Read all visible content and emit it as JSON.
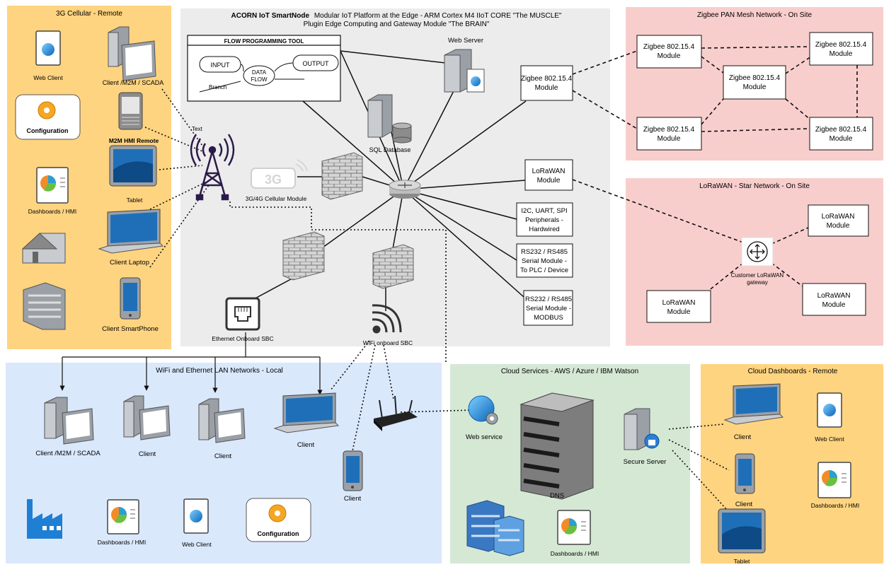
{
  "title": {
    "brand": "ACORN IoT SmartNode",
    "line1": "Modular IoT Platform at the Edge - ARM Cortex M4 IIoT CORE \"The MUSCLE\"",
    "line2": "Plugin Edge Computing and Gateway Module \"The BRAIN\""
  },
  "regions": {
    "cellular": "3G Cellular - Remote",
    "zigbee": "Zigbee PAN Mesh Network - On Site",
    "lora": "LoRaWAN - Star Network - On Site",
    "lan": "WiFi and Ethernet LAN Networks - Local",
    "cloud": "Cloud Services - AWS / Azure / IBM Watson",
    "dash": "Cloud Dashboards - Remote"
  },
  "flow_tool": {
    "title": "FLOW PROGRAMMING TOOL",
    "input": "INPUT",
    "output": "OUTPUT",
    "data": "DATA",
    "flow": "FLOW",
    "branch": "Branch"
  },
  "labels": {
    "web_server": "Web Server",
    "sql": "SQL Database",
    "cell_module": "3G/4G Cellular Module",
    "badge_3g": "3G",
    "text_tag": "Text",
    "eth_sbc": "Ethernet Onboard SBC",
    "wifi_sbc": "WiFi onboard SBC",
    "zig_module_line1": "Zigbee 802.15.4",
    "zig_module_line2": "Module",
    "lora_line1": "LoRaWAN",
    "lora_line2": "Module",
    "i2c": [
      "I2C, UART, SPI",
      "Peripherals -",
      "Hardwired"
    ],
    "rs232a": [
      "RS232 / RS485",
      "Serial Module -",
      "To PLC / Device"
    ],
    "rs232b": [
      "RS232 / RS485",
      "Serial Module -",
      "MODBUS"
    ],
    "gateway": [
      "Customer LoRaWAN",
      "gateway"
    ],
    "cell_web_client": "Web Client",
    "cell_scada": "Client /M2M / SCADA",
    "cell_config": "Configuration",
    "cell_hmi_remote": "M2M HMI Remote",
    "cell_dash": "Dashboards / HMI",
    "cell_tablet": "Tablet",
    "cell_laptop": "Client Laptop",
    "cell_phone": "Client SmartPhone",
    "lan_scada": "Client /M2M / SCADA",
    "lan_client1": "Client",
    "lan_client2": "Client",
    "lan_client3": "Client",
    "lan_phone": "Client",
    "lan_dash": "Dashboards / HMI",
    "lan_web": "Web Client",
    "lan_config": "Configuration",
    "cloud_web": "Web service",
    "cloud_dns": "DNS",
    "cloud_dash": "Dashboards / HMI",
    "cloud_secure": "Secure Server",
    "rd_client": "Client",
    "rd_web": "Web Client",
    "rd_client2": "Client",
    "rd_dash": "Dashboards / HMI",
    "rd_tablet": "Tablet"
  },
  "colors": {
    "orange": "#ffd480",
    "gray": "#ececec",
    "pink": "#f8cecc",
    "blue": "#dae8fc",
    "green": "#d5e8d4",
    "tower": "#2b1a4a"
  }
}
